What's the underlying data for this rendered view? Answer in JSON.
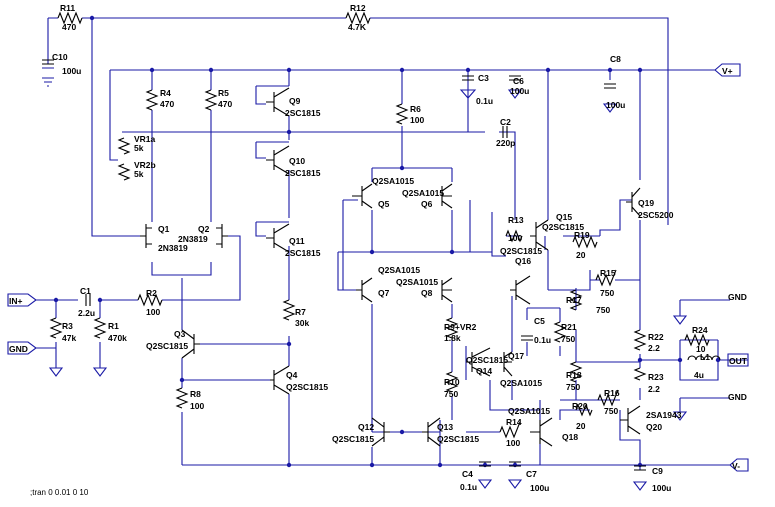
{
  "ports": {
    "vplus": "V+",
    "vminus": "V-",
    "in_plus": "IN+",
    "gnd_in": "GND",
    "out": "OUT",
    "gnd_right_top": "GND",
    "gnd_right_bottom": "GND"
  },
  "spice_directive": ";tran 0 0.01 0 10",
  "components": {
    "R11": {
      "ref": "R11",
      "value": "470"
    },
    "R12": {
      "ref": "R12",
      "value": "4.7K"
    },
    "C10": {
      "ref": "C10",
      "value": "100u"
    },
    "R4": {
      "ref": "R4",
      "value": "470"
    },
    "R5": {
      "ref": "R5",
      "value": "470"
    },
    "VR1a": {
      "ref": "VR1a",
      "value": "5k"
    },
    "VR2b": {
      "ref": "VR2b",
      "value": "5k"
    },
    "Q1": {
      "ref": "Q1",
      "value": "2N3819"
    },
    "Q2": {
      "ref": "Q2",
      "value": "2N3819"
    },
    "Q9": {
      "ref": "Q9",
      "value": "2SC1815"
    },
    "Q10": {
      "ref": "Q10",
      "value": "2SC1815"
    },
    "Q11": {
      "ref": "Q11",
      "value": "2SC1815"
    },
    "R6": {
      "ref": "R6",
      "value": "100"
    },
    "C3": {
      "ref": "C3",
      "value": "0.1u"
    },
    "C6": {
      "ref": "C6",
      "value": "100u"
    },
    "C8": {
      "ref": "C8",
      "value": "100u"
    },
    "C2": {
      "ref": "C2",
      "value": "220p"
    },
    "Q5": {
      "ref": "Q5",
      "value": "Q2SA1015"
    },
    "Q6": {
      "ref": "Q6",
      "value": "Q2SA1015"
    },
    "R13": {
      "ref": "R13",
      "value": "100"
    },
    "Q15": {
      "ref": "Q15",
      "value": "Q2SC1815"
    },
    "Q19": {
      "ref": "Q19",
      "value": "2SC5200"
    },
    "R19": {
      "ref": "R19",
      "value": "20"
    },
    "Q16": {
      "ref": "Q16",
      "value": "Q2SC1815"
    },
    "Q7": {
      "ref": "Q7",
      "value": "Q2SA1015"
    },
    "Q8": {
      "ref": "Q8",
      "value": "Q2SA1015"
    },
    "R15": {
      "ref": "R15",
      "value": "750"
    },
    "R17": {
      "ref": "R17",
      "value": "750"
    },
    "C1": {
      "ref": "C1",
      "value": "2.2u"
    },
    "R2": {
      "ref": "R2",
      "value": "100"
    },
    "R3": {
      "ref": "R3",
      "value": "47k"
    },
    "R1": {
      "ref": "R1",
      "value": "470k"
    },
    "R7": {
      "ref": "R7",
      "value": "30k"
    },
    "R9VR2": {
      "ref": "R9+VR2",
      "value": "1.8k"
    },
    "C5": {
      "ref": "C5",
      "value": "0.1u"
    },
    "R21": {
      "ref": "R21",
      "value": "750"
    },
    "R22": {
      "ref": "R22",
      "value": "2.2"
    },
    "R24": {
      "ref": "R24",
      "value": "10"
    },
    "L1": {
      "ref": "L1",
      "value": "4u"
    },
    "Q3": {
      "ref": "Q3",
      "value": "Q2SC1815"
    },
    "Q14": {
      "ref": "Q14",
      "value": "Q2SC1815"
    },
    "Q17": {
      "ref": "Q17",
      "value": "Q2SA1015"
    },
    "R10": {
      "ref": "R10",
      "value": "750"
    },
    "R18": {
      "ref": "R18",
      "value": "750"
    },
    "R23": {
      "ref": "R23",
      "value": "2.2"
    },
    "Q4": {
      "ref": "Q4",
      "value": "Q2SC1815"
    },
    "R8": {
      "ref": "R8",
      "value": "100"
    },
    "R16": {
      "ref": "R16",
      "value": "750"
    },
    "R20": {
      "ref": "R20",
      "value": "20"
    },
    "Q20": {
      "ref": "Q20",
      "value": "2SA1943"
    },
    "Q12": {
      "ref": "Q12",
      "value": "Q2SC1815"
    },
    "Q13": {
      "ref": "Q13",
      "value": "Q2SC1815"
    },
    "R14": {
      "ref": "R14",
      "value": "100"
    },
    "Q18": {
      "ref": "Q18",
      "value": "Q2SA1015"
    },
    "C4": {
      "ref": "C4",
      "value": "0.1u"
    },
    "C7": {
      "ref": "C7",
      "value": "100u"
    },
    "C9": {
      "ref": "C9",
      "value": "100u"
    }
  }
}
